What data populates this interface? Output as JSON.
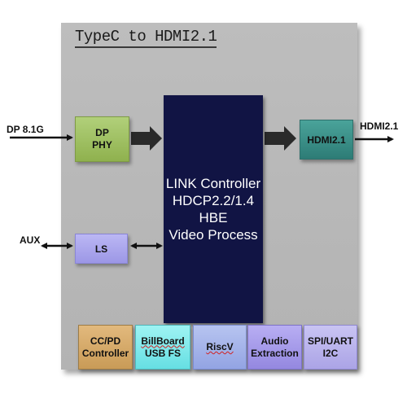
{
  "title": "TypeC to HDMI2.1",
  "inputs": {
    "dp_label": "DP 8.1G",
    "aux_label": "AUX"
  },
  "outputs": {
    "hdmi_label": "HDMI2.1"
  },
  "blocks": {
    "dp_phy": [
      "DP",
      "PHY"
    ],
    "ls": "LS",
    "link_controller": [
      "LINK Controller",
      "HDCP2.2/1.4",
      "HBE",
      "Video Process"
    ],
    "hdmi": "HDMI2.1"
  },
  "bottom_blocks": {
    "cc_pd": [
      "CC/PD",
      "Controller"
    ],
    "billboard": [
      "BillBoard",
      "USB FS"
    ],
    "riscv": "RiscV",
    "audio": [
      "Audio",
      "Extraction"
    ],
    "spi": [
      "SPI/UART",
      "I2C"
    ]
  },
  "colors": {
    "chip_bg": "#b9b9b9",
    "dp_phy": "#9fc262",
    "ls": "#aca8ee",
    "link_controller": "#111444",
    "hdmi": "#3b918a",
    "cc_pd": "#d6ab6a",
    "billboard": "#80e9ec",
    "riscv": "#a5b4ea",
    "audio": "#a69be9",
    "spi": "#bab4ec"
  }
}
